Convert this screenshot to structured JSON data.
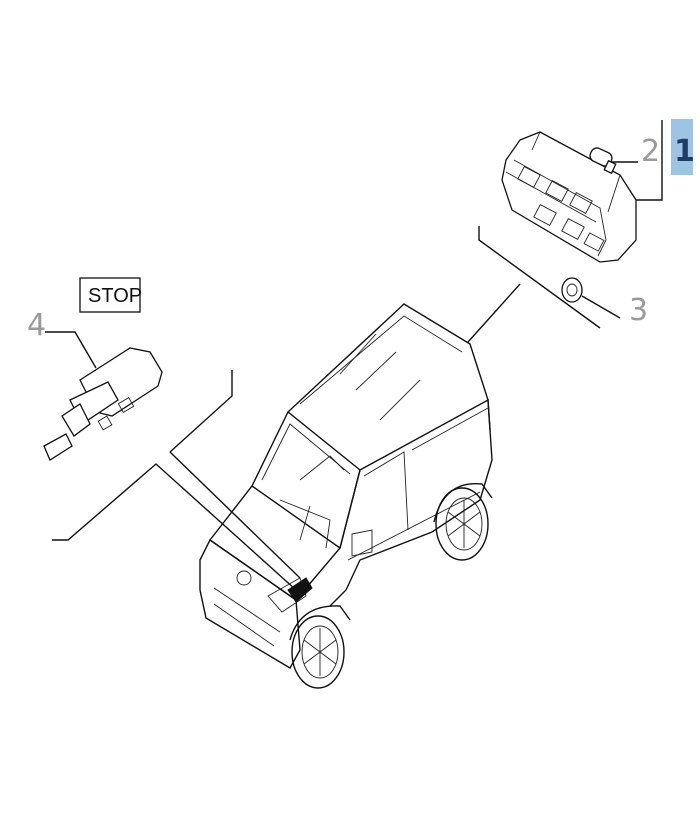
{
  "callouts": {
    "item_1": "1",
    "item_2": "2",
    "item_3": "3",
    "item_4": "4"
  },
  "stop_label": "STOP",
  "colors": {
    "highlight": "#9ec4e4",
    "callout_grey": "#9a9a9a",
    "callout_main": "#1f3c68",
    "line": "#111111"
  }
}
